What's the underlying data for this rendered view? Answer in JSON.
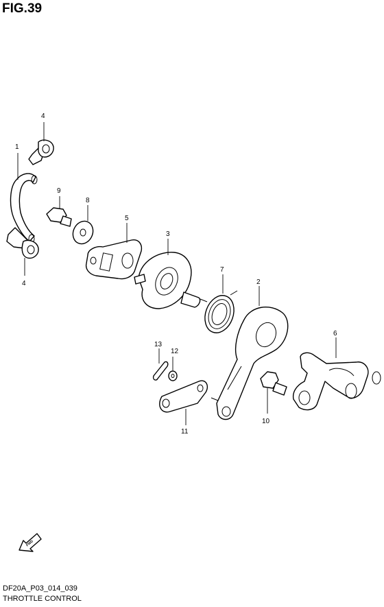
{
  "figure": {
    "title": "FIG.39",
    "code": "DF20A_P03_014_039",
    "caption": "THROTTLE CONTROL"
  },
  "callouts": {
    "p1": "1",
    "p2": "2",
    "p3": "3",
    "p4a": "4",
    "p4b": "4",
    "p5": "5",
    "p6": "6",
    "p7": "7",
    "p8": "8",
    "p9": "9",
    "p10": "10",
    "p11": "11",
    "p12": "12",
    "p13": "13"
  },
  "fwd_label": "FWD"
}
